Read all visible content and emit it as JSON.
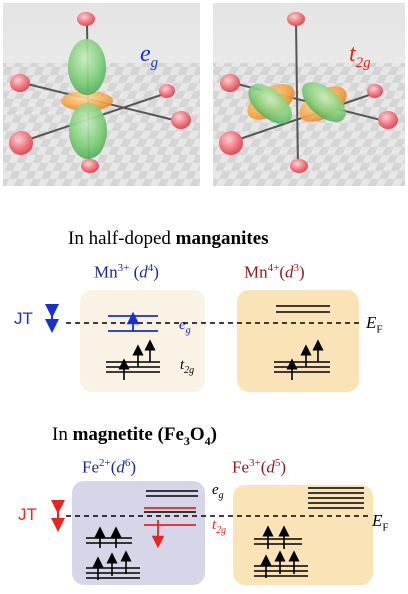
{
  "orbitals": {
    "left_label": "e",
    "left_sub": "g",
    "right_label": "t",
    "right_sub": "2g"
  },
  "manganites": {
    "title_prefix": "In half-doped ",
    "title_bold": "manganites",
    "ion1_base": "Mn",
    "ion1_charge": "3+",
    "ion1_config": "d",
    "ion1_count": "4",
    "ion2_base": "Mn",
    "ion2_charge": "4+",
    "ion2_config": "d",
    "ion2_count": "3",
    "eg_label": "e",
    "eg_sub": "g",
    "t2g_label": "t",
    "t2g_sub": "2g",
    "ef_label": "E",
    "ef_sub": "F",
    "jt_label": "JT"
  },
  "magnetite": {
    "title_prefix": "In ",
    "title_bold": "magnetite (Fe",
    "title_sub1": "3",
    "title_mid": "O",
    "title_sub2": "4",
    "title_end": ")",
    "ion1_base": "Fe",
    "ion1_charge": "2+",
    "ion1_config": "d",
    "ion1_count": "6",
    "ion2_base": "Fe",
    "ion2_charge": "3+",
    "ion2_config": "d",
    "ion2_count": "5",
    "eg_label": "e",
    "eg_sub": "g",
    "t2g_label": "t",
    "t2g_sub": "2g",
    "ef_label": "E",
    "ef_sub": "F",
    "jt_label": "JT"
  },
  "colors": {
    "blue": "#1a2fd1",
    "red": "#e8251e",
    "dark_red": "#8b1a1a",
    "navy": "#1c2a8c",
    "panel_cream": "#faf2e4",
    "panel_orange": "#fbe3b8",
    "panel_lavender": "#d6d6e8"
  }
}
